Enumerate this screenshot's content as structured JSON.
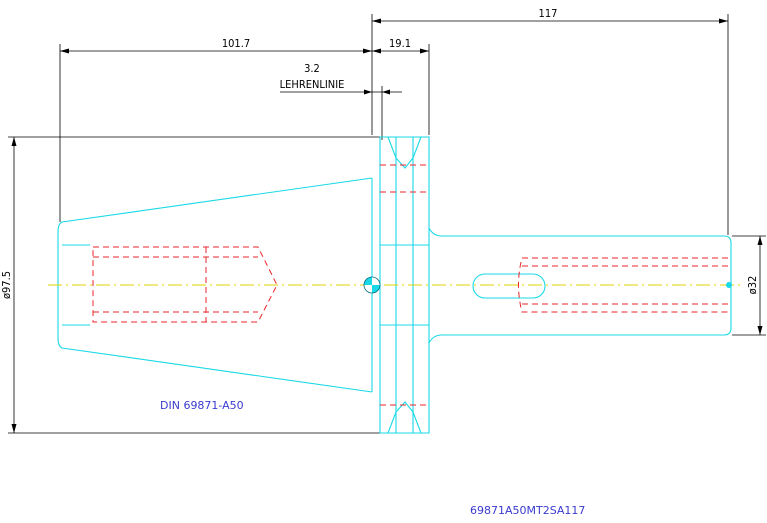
{
  "dimensions": {
    "overall_length": "117",
    "taper_length": "101.7",
    "flange_width": "19.1",
    "gauge_offset": "3.2",
    "gauge_line_label": "LEHRENLINIE",
    "flange_diameter": "ø97.5",
    "shank_diameter": "ø32"
  },
  "labels": {
    "standard": "DIN 69871-A50",
    "part_number": "69871A50MT2SA117"
  },
  "colors": {
    "outline": "#19d9e6",
    "hidden": "#e8262b",
    "centerline": "#e0d300",
    "dimension": "#000000",
    "label": "#3a3acf"
  }
}
